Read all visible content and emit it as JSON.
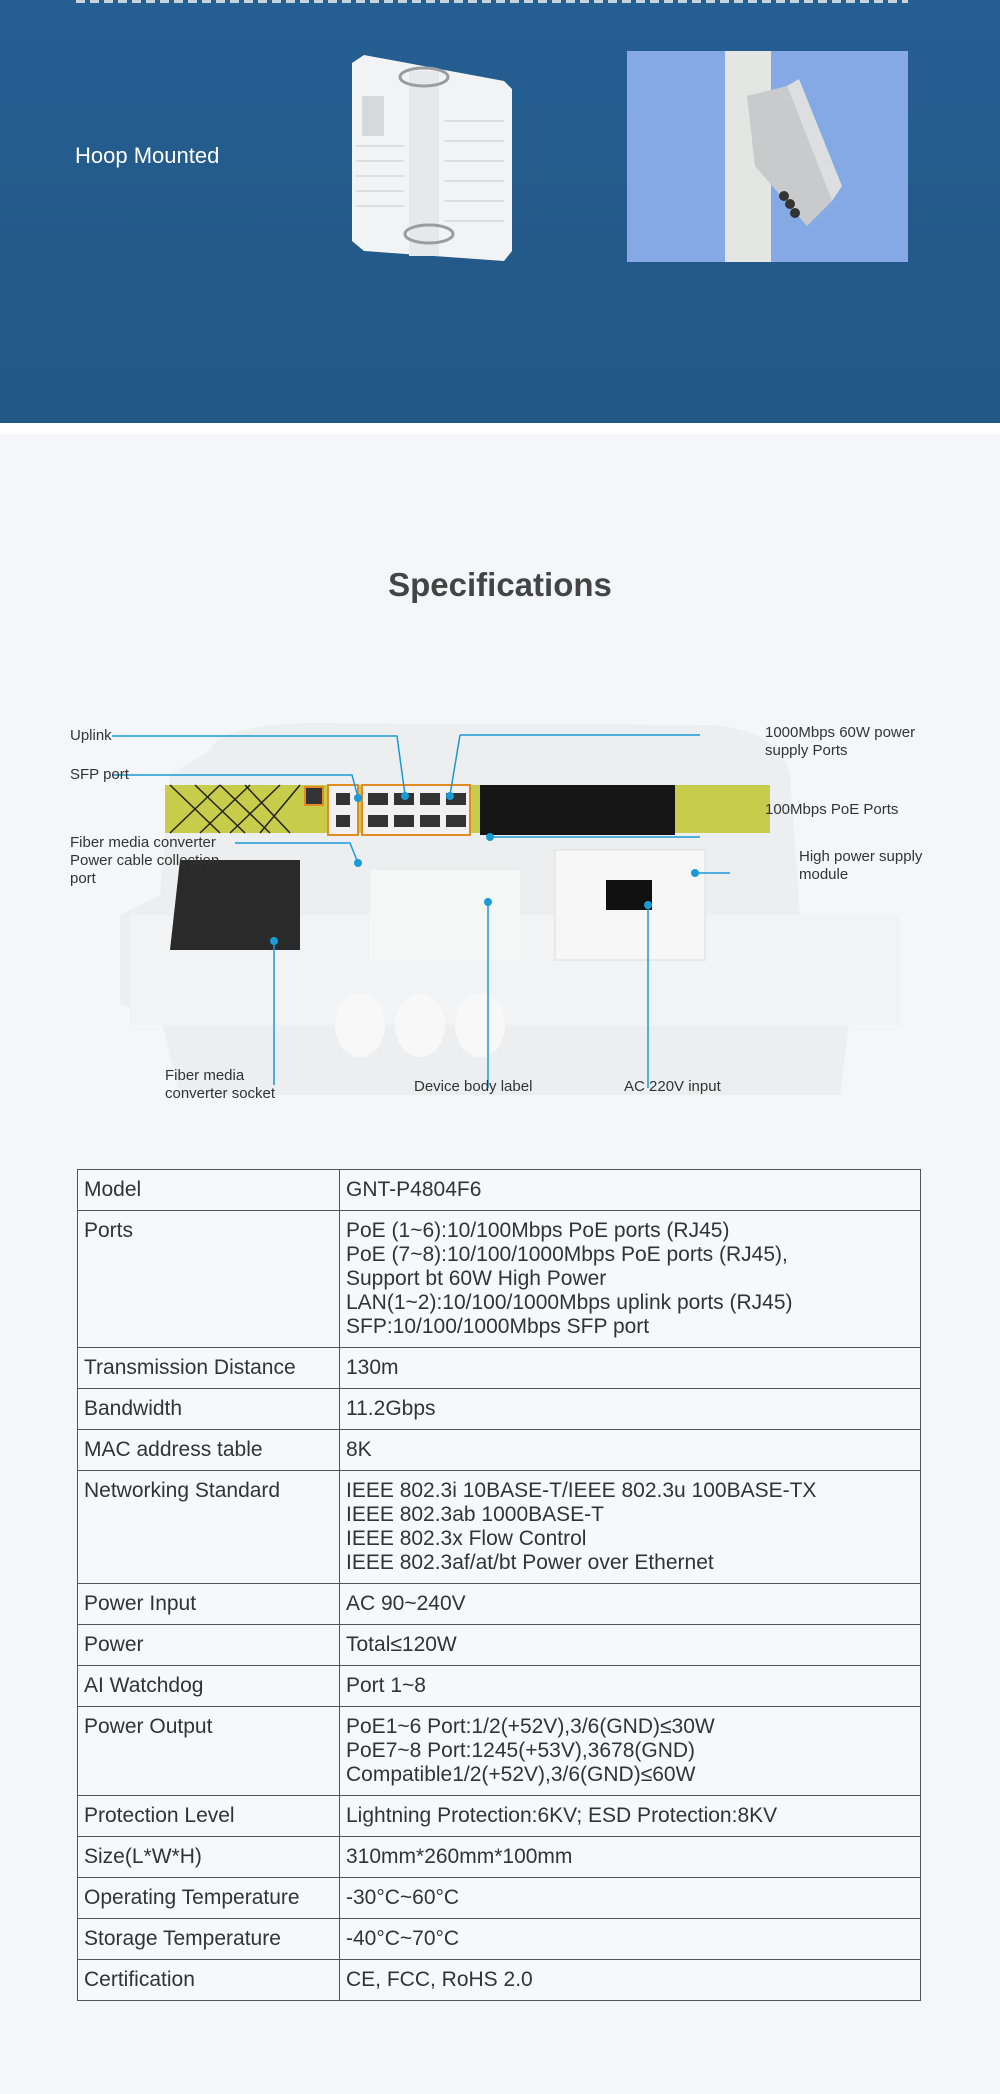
{
  "mounting": {
    "label": "Hoop Mounted"
  },
  "section_title": "Specifications",
  "diagram_labels": {
    "uplink": "Uplink",
    "sfp_port": "SFP port",
    "fiber_power": [
      "Fiber media converter",
      "Power cable collection",
      "port"
    ],
    "gig_ports": [
      "1000Mbps 60W power",
      "supply Ports"
    ],
    "poe_ports": "100Mbps PoE Ports",
    "psu": [
      "High power supply",
      "module"
    ],
    "fiber_socket": [
      "Fiber media",
      "converter socket"
    ],
    "body_label": "Device body label",
    "ac_input": "AC 220V input"
  },
  "specs": [
    {
      "key": "Model",
      "value": [
        "GNT-P4804F6"
      ]
    },
    {
      "key": "Ports",
      "value": [
        "PoE (1~6):10/100Mbps PoE ports (RJ45)",
        "PoE (7~8):10/100/1000Mbps PoE ports (RJ45),",
        "Support bt 60W High Power",
        "LAN(1~2):10/100/1000Mbps uplink ports (RJ45)",
        "SFP:10/100/1000Mbps SFP port"
      ]
    },
    {
      "key": "Transmission Distance",
      "value": [
        "130m"
      ]
    },
    {
      "key": "Bandwidth",
      "value": [
        "11.2Gbps"
      ]
    },
    {
      "key": "MAC address table",
      "value": [
        "8K"
      ]
    },
    {
      "key": "Networking Standard",
      "value": [
        "IEEE 802.3i 10BASE-T/IEEE 802.3u 100BASE-TX",
        "IEEE 802.3ab 1000BASE-T",
        "IEEE 802.3x Flow Control",
        "IEEE 802.3af/at/bt Power over Ethernet"
      ]
    },
    {
      "key": "Power Input",
      "value": [
        "AC 90~240V"
      ]
    },
    {
      "key": "Power",
      "value": [
        "Total≤120W"
      ]
    },
    {
      "key": "AI Watchdog",
      "value": [
        "Port 1~8"
      ]
    },
    {
      "key": "Power Output",
      "value": [
        "PoE1~6 Port:1/2(+52V),3/6(GND)≤30W",
        "PoE7~8 Port:1245(+53V),3678(GND)",
        "Compatible1/2(+52V),3/6(GND)≤60W"
      ]
    },
    {
      "key": "Protection Level",
      "value": [
        "Lightning Protection:6KV; ESD Protection:8KV"
      ]
    },
    {
      "key": "Size(L*W*H)",
      "value": [
        "310mm*260mm*100mm"
      ]
    },
    {
      "key": "Operating Temperature",
      "value": [
        "-30°C~60°C"
      ]
    },
    {
      "key": "Storage Temperature",
      "value": [
        "-40°C~70°C"
      ]
    },
    {
      "key": "Certification",
      "value": [
        "CE, FCC, RoHS 2.0"
      ]
    }
  ]
}
